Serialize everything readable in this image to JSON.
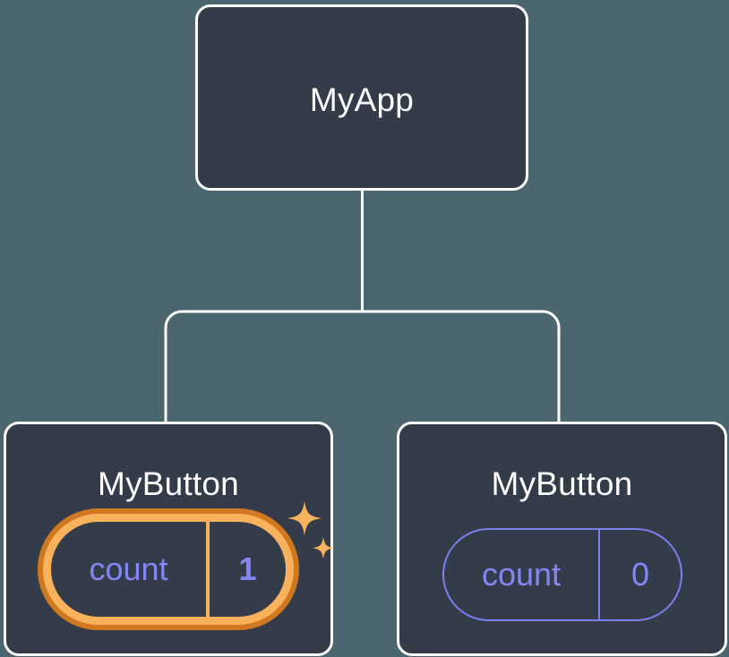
{
  "diagram": {
    "type": "component-tree",
    "background_color": "#4c6670",
    "node_fill_color": "#343b49",
    "node_border_color": "#ffffff",
    "connector_color": "#ffffff",
    "state_color": "#8287f5",
    "highlight_color_outer": "#cf7820",
    "highlight_color_inner": "#f9b25c",
    "nodes": [
      {
        "id": "root",
        "title": "MyApp",
        "state": null,
        "highlighted": false
      },
      {
        "id": "child-left",
        "title": "MyButton",
        "state": {
          "key": "count",
          "value": "1"
        },
        "highlighted": true,
        "sparkle": true
      },
      {
        "id": "child-right",
        "title": "MyButton",
        "state": {
          "key": "count",
          "value": "0"
        },
        "highlighted": false,
        "sparkle": false
      }
    ],
    "edges": [
      {
        "from": "root",
        "to": "child-left"
      },
      {
        "from": "root",
        "to": "child-right"
      }
    ]
  }
}
